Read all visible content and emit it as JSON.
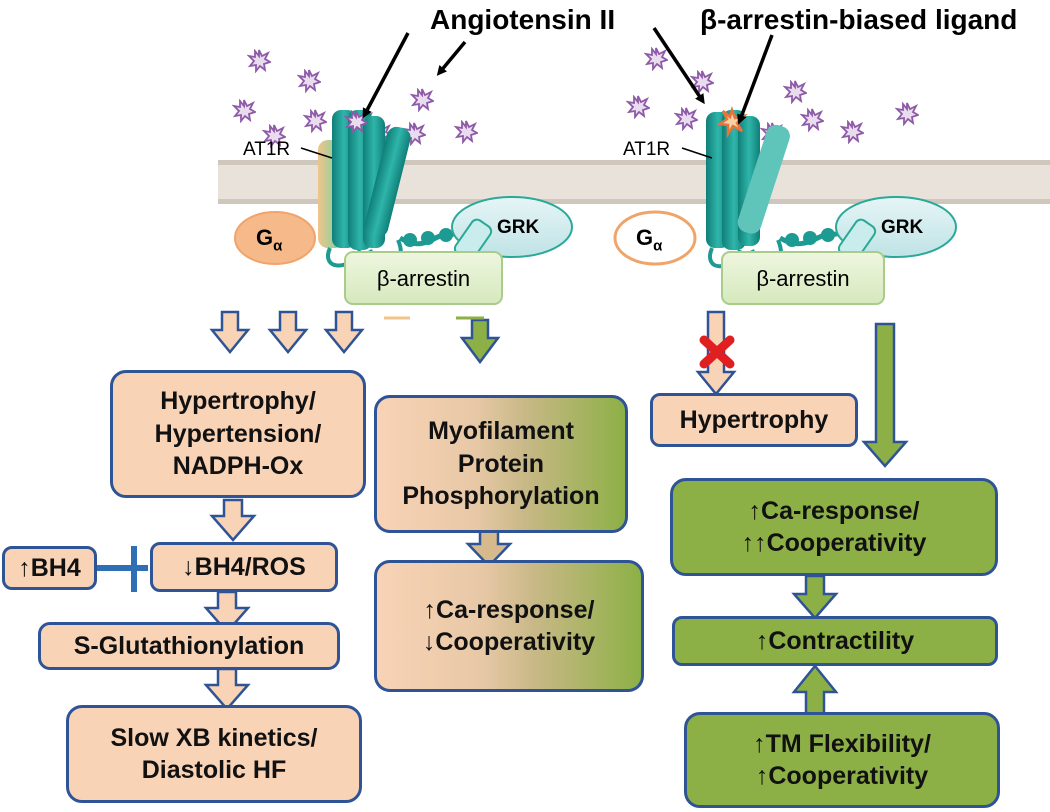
{
  "header": {
    "angiotensin_label": "Angiotensin II",
    "biased_ligand_label": "β-arrestin-biased ligand"
  },
  "left_receptor": {
    "receptor_label": "AT1R",
    "g_alpha_label": "G",
    "g_alpha_sub": "α",
    "grk_label": "GRK",
    "arrestin_label": "β-arrestin"
  },
  "right_receptor": {
    "receptor_label": "AT1R",
    "g_alpha_label": "G",
    "g_alpha_sub": "α",
    "grk_label": "GRK",
    "arrestin_label": "β-arrestin"
  },
  "left_pathway": {
    "hypertrophy_box": "Hypertrophy/\nHypertension/\nNADPH-Ox",
    "bh4_inhibitor": "↑BH4",
    "bh4_ros_box": "↓BH4/ROS",
    "glutathionylation_box": "S-Glutathionylation",
    "xb_kinetics_box": "Slow XB kinetics/\nDiastolic HF"
  },
  "middle_pathway": {
    "myofilament_box": "Myofilament\nProtein\nPhosphorylation",
    "ca_response_box": "↑Ca-response/\n↓Cooperativity"
  },
  "right_pathway": {
    "hypertrophy_box": "Hypertrophy",
    "ca_response_box": "↑Ca-response/\n↑↑Cooperativity",
    "contractility_box": "↑Contractility",
    "tm_flexibility_box": "↑TM Flexibility/\n↑Cooperativity"
  },
  "colors": {
    "receptor_teal": "#1d9a92",
    "peach": "#f9d3b6",
    "green": "#8db046",
    "border_blue": "#2f5496",
    "block_red": "#e02020",
    "ligand_purple": "#8e5aa8",
    "biased_ligand_orange": "#e8743a"
  }
}
